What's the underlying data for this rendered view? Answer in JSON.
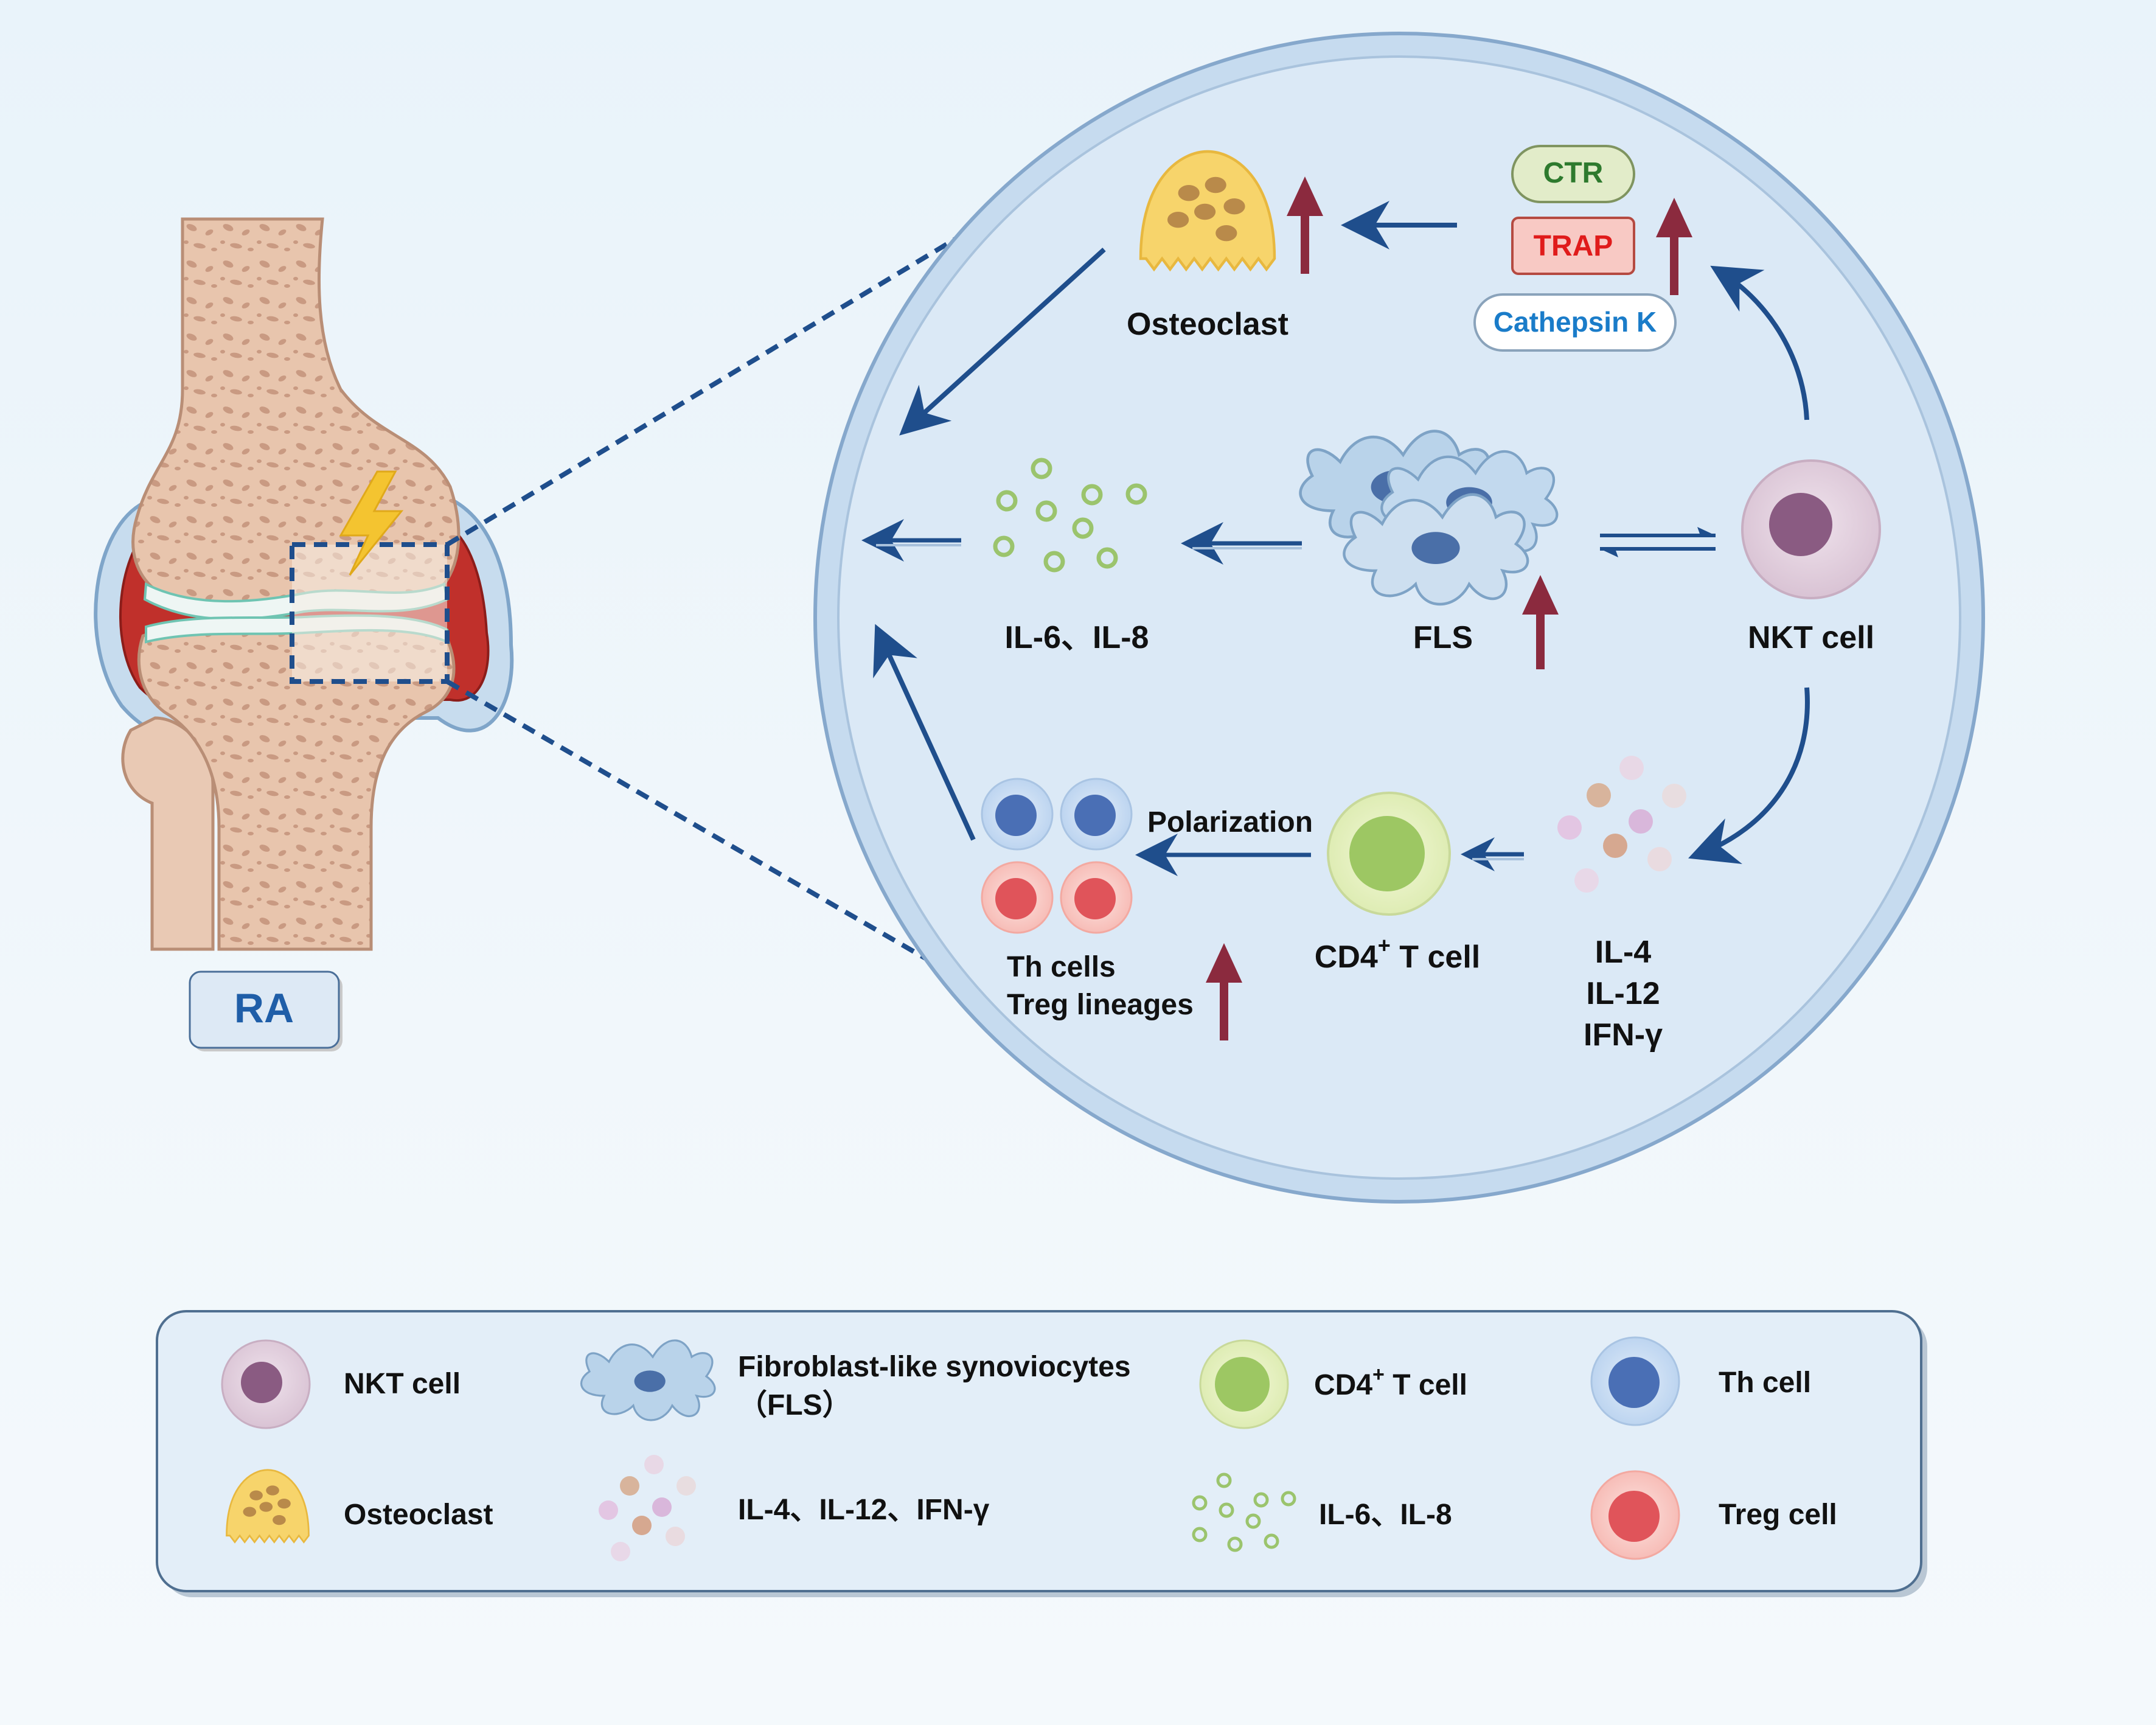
{
  "knee": {
    "ra_label": "RA"
  },
  "circle": {
    "osteoclast_label": "Osteoclast",
    "markers": {
      "ctr": "CTR",
      "trap": "TRAP",
      "cathepsin": "Cathepsin K"
    },
    "il6_il8_label": "IL-6、IL-8",
    "fls_label": "FLS",
    "nkt_label": "NKT cell",
    "polarization_label": "Polarization",
    "th_cells_label": "Th cells",
    "treg_lineages_label": "Treg lineages",
    "cd4_label_main": "CD4",
    "cd4_label_sup": "+",
    "cd4_label_rest": " T cell",
    "cytokines": [
      "IL-4",
      "IL-12",
      "IFN-γ"
    ]
  },
  "legend": {
    "nkt": "NKT cell",
    "fls_line1": "Fibroblast-like synoviocytes",
    "fls_line2": "（FLS）",
    "cd4_main": "CD4",
    "cd4_sup": "+",
    "cd4_rest": " T cell",
    "th": "Th cell",
    "osteoclast": "Osteoclast",
    "il4_group": "IL-4、IL-12、IFN-γ",
    "il6_group": "IL-6、IL-8",
    "treg": "Treg cell"
  },
  "colors": {
    "arrow_blue": "#1f4e8c",
    "up_arrow": "#8b2a3e",
    "ctr_text": "#2e7a2e",
    "trap_text": "#e01b1b",
    "cathepsin_text": "#1a7cc9",
    "ra_text": "#1f5ea8"
  }
}
